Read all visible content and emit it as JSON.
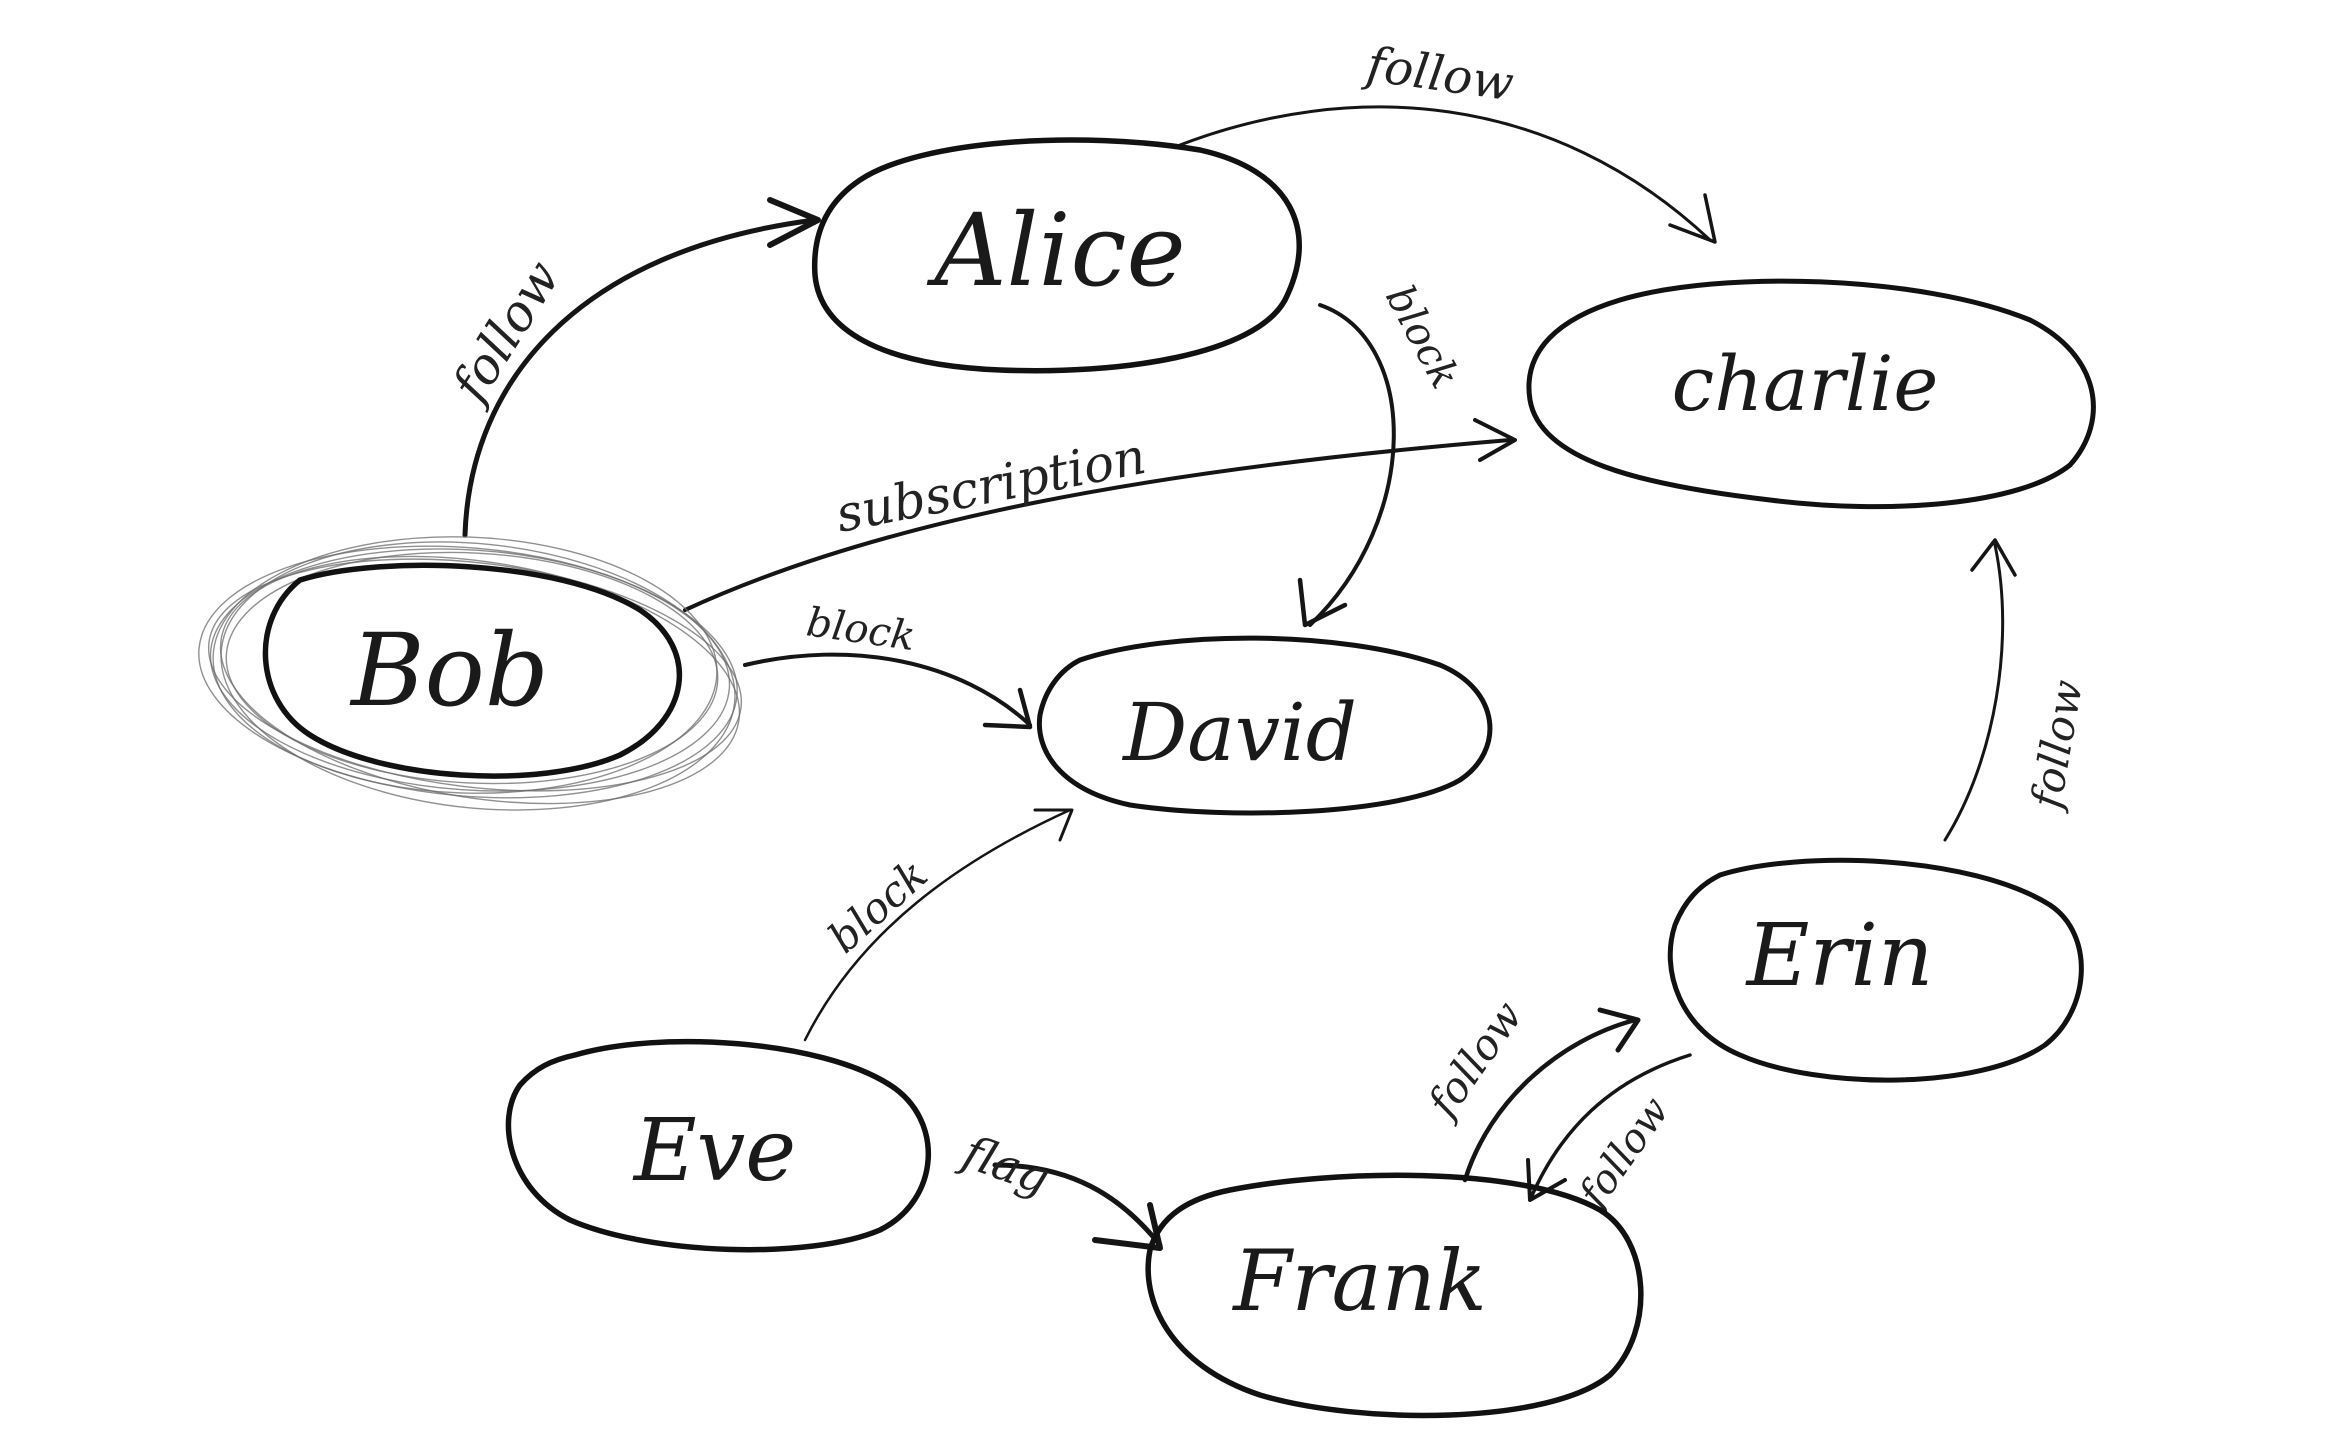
{
  "nodes": {
    "alice": "Alice",
    "charlie": "charlie",
    "bob": "Bob",
    "david": "David",
    "eve": "Eve",
    "erin": "Erin",
    "frank": "Frank"
  },
  "edges": {
    "bob_alice": "follow",
    "alice_charlie": "follow",
    "alice_david": "block",
    "bob_charlie": "subscription",
    "bob_david": "block",
    "eve_david": "block",
    "eve_frank": "flag",
    "frank_erin": "follow",
    "erin_frank": "follow",
    "erin_charlie": "follow"
  },
  "colors": {
    "ink": "#111111",
    "background": "#ffffff"
  }
}
